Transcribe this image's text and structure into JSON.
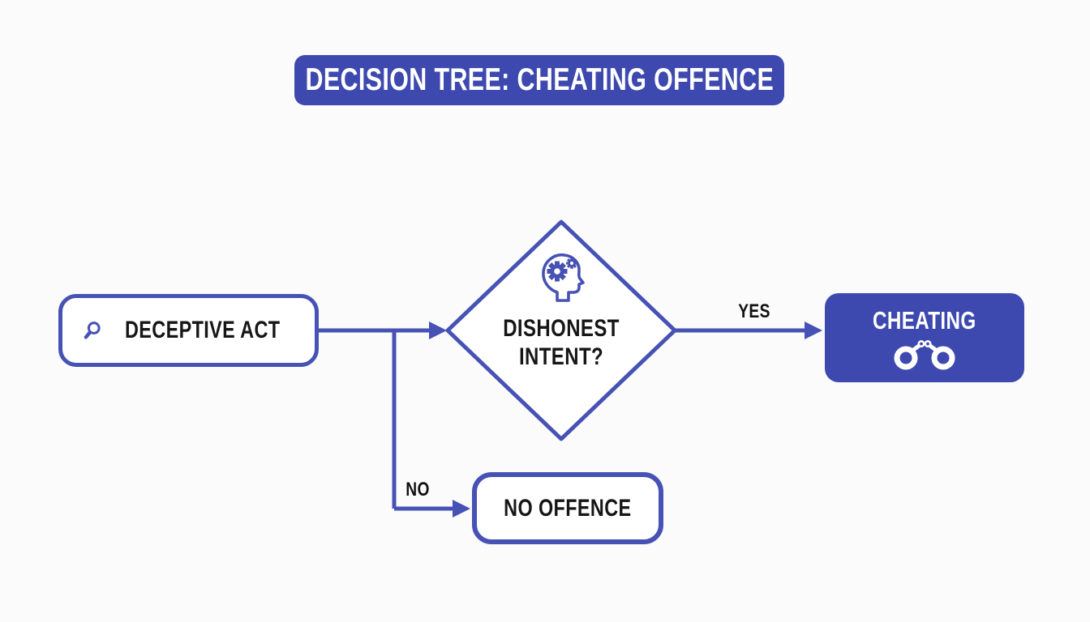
{
  "title": {
    "label": "DECISION TREE: CHEATING OFFENCE"
  },
  "nodes": {
    "deceptive_act": {
      "label": "DECEPTIVE ACT",
      "icon": "magnifier-icon"
    },
    "dishonest_intent": {
      "label": "DISHONEST INTENT?",
      "icon": "head-gears-icon"
    },
    "cheating": {
      "label": "CHEATING",
      "icon": "handcuffs-icon"
    },
    "no_offence": {
      "label": "NO OFFENCE"
    }
  },
  "edges": {
    "yes_label": "YES",
    "no_label": "NO"
  },
  "colors": {
    "primary_fill": "#3d49af",
    "stroke": "#4652b4",
    "text_dark": "#161616",
    "text_light": "#ffffff",
    "background": "#fbfbfc"
  }
}
